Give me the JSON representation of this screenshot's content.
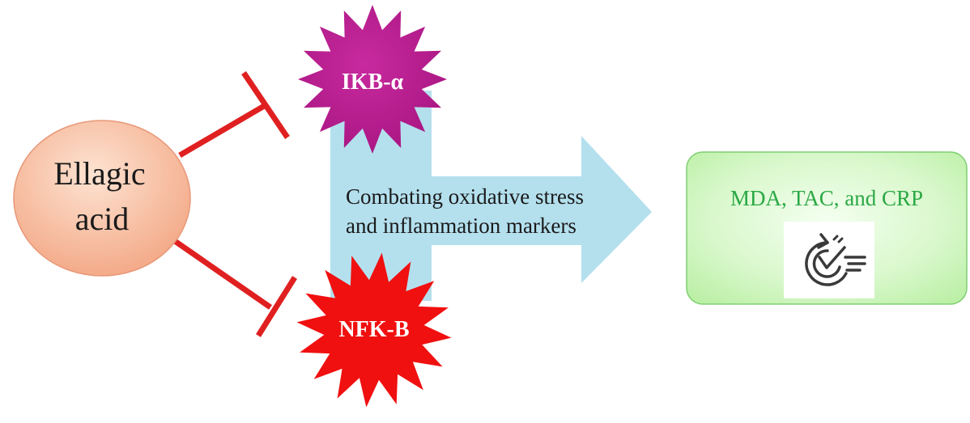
{
  "nodes": {
    "ellagic_line1": "Ellagic",
    "ellagic_line2": "acid",
    "ikb": "IKB-α",
    "nfkb": "NFK-B",
    "arrow_line1": "Combating oxidative stress",
    "arrow_line2": "and inflammation markers",
    "markers": "MDA, TAC, and CRP"
  },
  "icons": {
    "inhibition": "inhibition-t-bar-icon",
    "result": "check-progress-icon"
  },
  "colors": {
    "ellagic_fill": "#f7b79a",
    "ikb_fill": "#b8188c",
    "nfkb_fill": "#f01010",
    "arrow_fill": "#b4e0ee",
    "inhibitor": "#e02020",
    "markers_fill": "#c4f2b4",
    "markers_text": "#2aa845"
  }
}
